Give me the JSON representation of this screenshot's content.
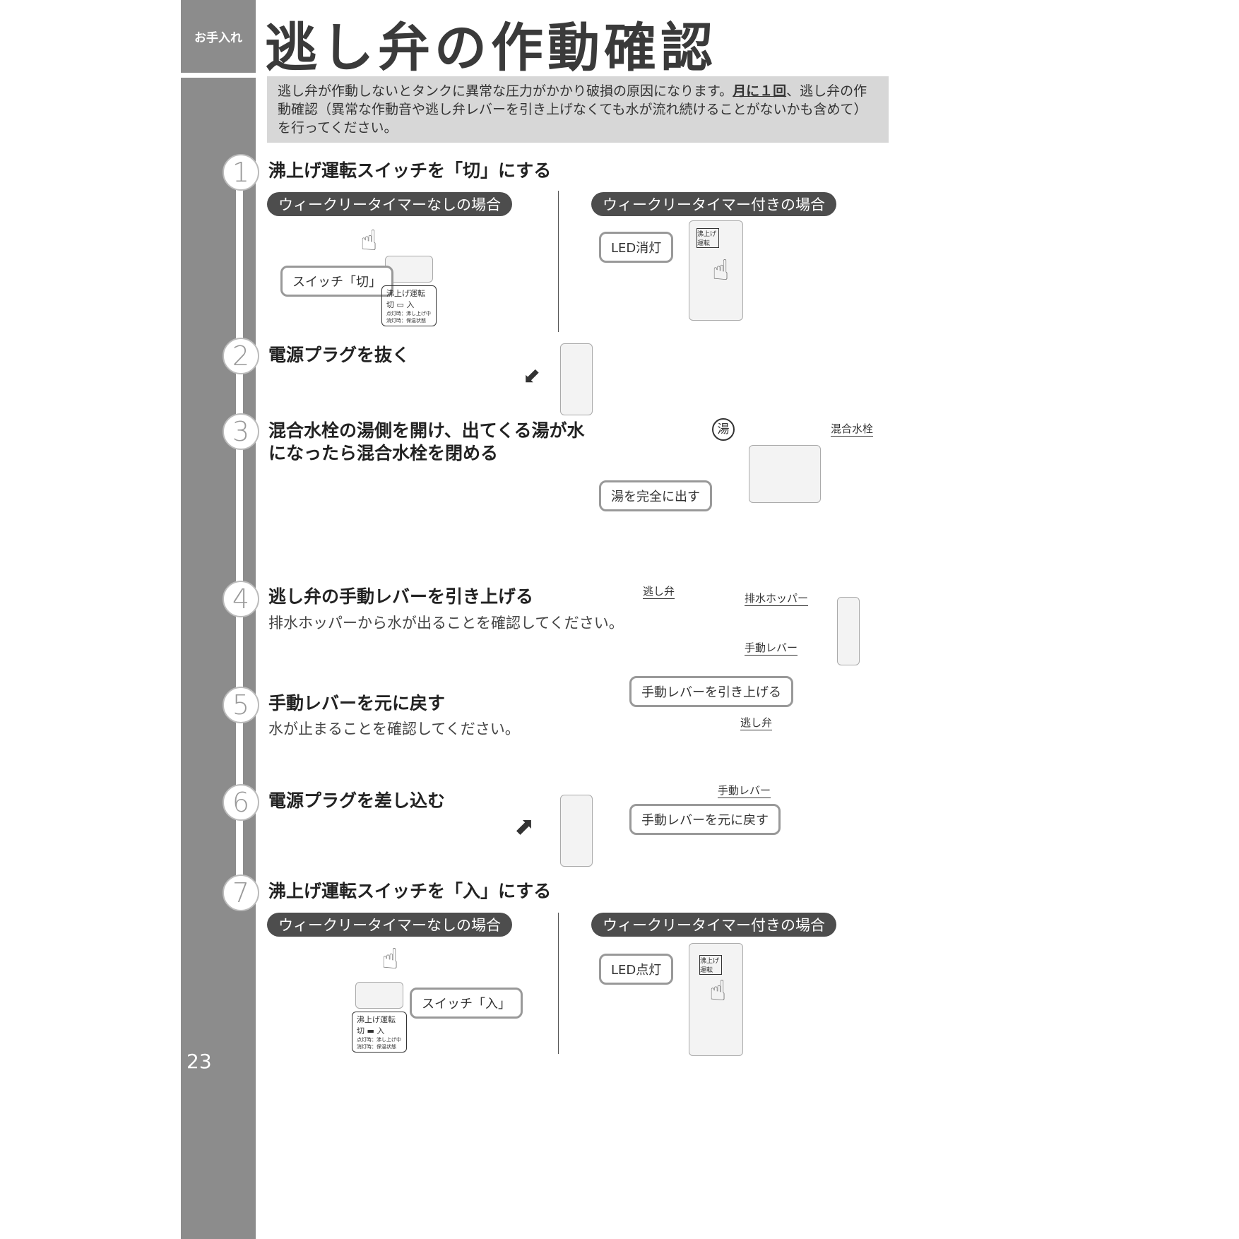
{
  "section_tab": "お手入れ",
  "title": "逃し弁の作動確認",
  "notice": {
    "part1": "逃し弁が作動しないとタンクに異常な圧力がかかり破損の原因になります。",
    "bold": "月に１回",
    "part2": "、逃し弁の作動確認（異常な作動音や逃し弁レバーを引き上げなくても水が流れ続けることがないかも含めて）を行ってください。"
  },
  "steps": [
    {
      "num": "1",
      "title": "沸上げ運転スイッチを「切」にする",
      "left_pill": "ウィークリータイマーなしの場合",
      "right_pill": "ウィークリータイマー付きの場合",
      "left_callout": "スイッチ「切」",
      "right_callout": "LED消灯",
      "switch_label": "沸上げ運転",
      "switch_off": "切",
      "switch_on": "入",
      "switch_note": "点灯時：沸し上げ中 消灯時：保温状態",
      "button_label": "沸上げ運転"
    },
    {
      "num": "2",
      "title": "電源プラグを抜く"
    },
    {
      "num": "3",
      "title": "混合水栓の湯側を開け、出てくる湯が水になったら混合水栓を閉める",
      "hot_mark": "湯",
      "faucet_label": "混合水栓",
      "callout": "湯を完全に出す"
    },
    {
      "num": "4",
      "title": "逃し弁の手動レバーを引き上げる",
      "subtitle": "排水ホッパーから水が出ることを確認してください。",
      "valve_label": "逃し弁",
      "hopper_label": "排水ホッパー",
      "lever_label": "手動レバー",
      "callout": "手動レバーを引き上げる"
    },
    {
      "num": "5",
      "title": "手動レバーを元に戻す",
      "subtitle": "水が止まることを確認してください。",
      "valve_label": "逃し弁",
      "lever_label": "手動レバー",
      "callout": "手動レバーを元に戻す"
    },
    {
      "num": "6",
      "title": "電源プラグを差し込む"
    },
    {
      "num": "7",
      "title": "沸上げ運転スイッチを「入」にする",
      "left_pill": "ウィークリータイマーなしの場合",
      "right_pill": "ウィークリータイマー付きの場合",
      "left_callout": "スイッチ「入」",
      "right_callout": "LED点灯",
      "switch_label": "沸上げ運転",
      "switch_off": "切",
      "switch_on": "入",
      "switch_note": "点灯時：沸し上げ中 消灯時：保温状態",
      "button_label": "沸上げ運転"
    }
  ],
  "page_number": "23"
}
